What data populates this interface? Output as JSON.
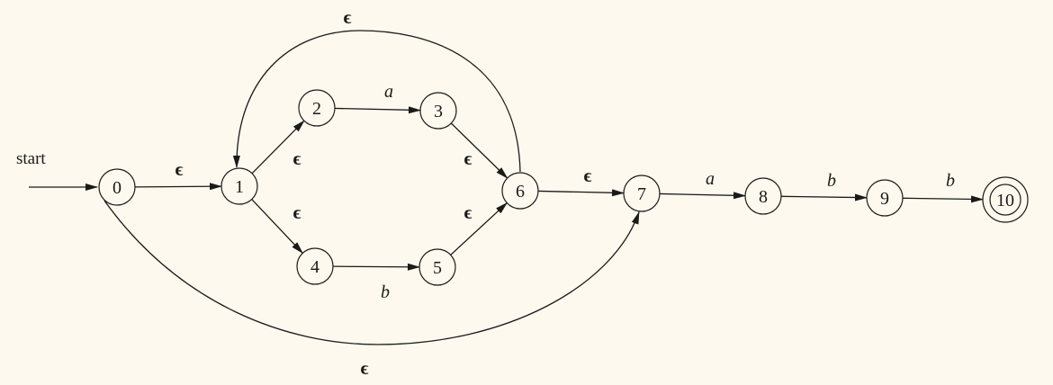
{
  "start_label": "start",
  "states": [
    "0",
    "1",
    "2",
    "3",
    "4",
    "5",
    "6",
    "7",
    "8",
    "9",
    "10"
  ],
  "accepting": [
    "10"
  ],
  "edges": [
    {
      "from": "0",
      "to": "1",
      "label": "ϵ"
    },
    {
      "from": "1",
      "to": "2",
      "label": "ϵ"
    },
    {
      "from": "1",
      "to": "4",
      "label": "ϵ"
    },
    {
      "from": "2",
      "to": "3",
      "label": "a"
    },
    {
      "from": "4",
      "to": "5",
      "label": "b"
    },
    {
      "from": "3",
      "to": "6",
      "label": "ϵ"
    },
    {
      "from": "5",
      "to": "6",
      "label": "ϵ"
    },
    {
      "from": "6",
      "to": "1",
      "label": "ϵ"
    },
    {
      "from": "6",
      "to": "7",
      "label": "ϵ"
    },
    {
      "from": "0",
      "to": "7",
      "label": "ϵ"
    },
    {
      "from": "7",
      "to": "8",
      "label": "a"
    },
    {
      "from": "8",
      "to": "9",
      "label": "b"
    },
    {
      "from": "9",
      "to": "10",
      "label": "b"
    }
  ],
  "colors": {
    "background": "#fef9ee",
    "ink": "#1a1a1a"
  }
}
